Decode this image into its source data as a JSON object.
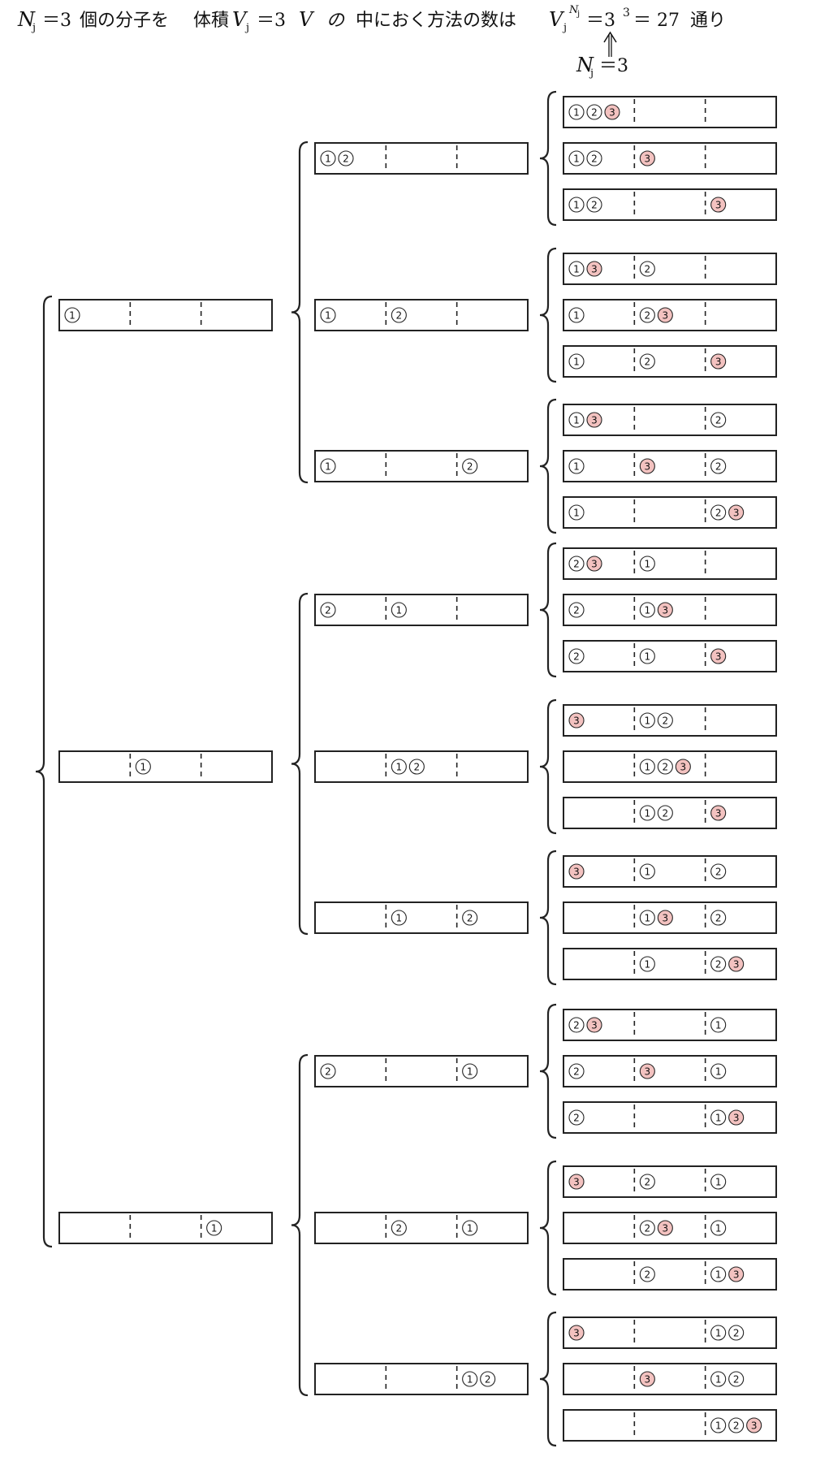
{
  "caption": {
    "n_symbol": "N",
    "j_subscript": "j",
    "n_value": "＝3",
    "part1": "個の分子を",
    "part2": "体積",
    "v_symbol": "V",
    "eq_value": "＝3",
    "part3": "の",
    "part4": "中におく方法の数は",
    "power_eq": "＝3",
    "exponent": "3",
    "total_eq": "＝ 27",
    "suffix": "通り",
    "arrow_n": "N",
    "arrow_j": "j",
    "arrow_value": "＝3"
  },
  "molecules": [
    {
      "label": "1",
      "color": "#ffffff"
    },
    {
      "label": "2",
      "color": "#ffffff"
    },
    {
      "label": "3",
      "color": "#f3c2c0"
    }
  ],
  "highlight_color": "#f3c2c0",
  "placement_count": 27
}
